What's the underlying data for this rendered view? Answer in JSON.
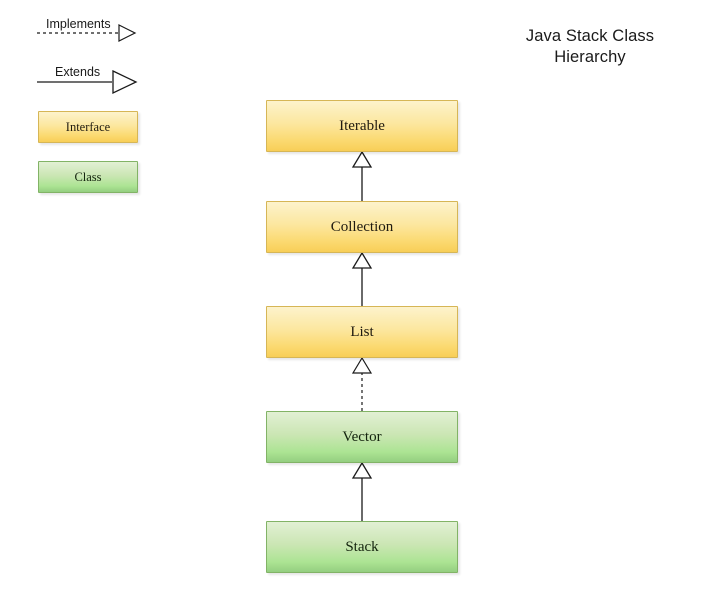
{
  "title": {
    "line1": "Java Stack Class",
    "line2": "Hierarchy"
  },
  "legend": {
    "implements_label": "Implements",
    "extends_label": "Extends",
    "interface_swatch_label": "Interface",
    "class_swatch_label": "Class"
  },
  "colors": {
    "interface_fill_top": "#fdf3cc",
    "interface_fill_bottom": "#f8ce57",
    "interface_border": "#d6b656",
    "class_fill_top": "#e2f0d4",
    "class_fill_bottom": "#94ce80",
    "class_border": "#82b366",
    "connector_stroke": "#1a1a1a",
    "arrow_fill": "#ffffff",
    "canvas_background": "#ffffff",
    "text": "#1a1a1a"
  },
  "nodes": [
    {
      "id": "iterable",
      "label": "Iterable",
      "kind": "interface"
    },
    {
      "id": "collection",
      "label": "Collection",
      "kind": "interface"
    },
    {
      "id": "list",
      "label": "List",
      "kind": "interface"
    },
    {
      "id": "vector",
      "label": "Vector",
      "kind": "class"
    },
    {
      "id": "stack",
      "label": "Stack",
      "kind": "class"
    }
  ],
  "edges": [
    {
      "from": "collection",
      "to": "iterable",
      "relation": "Extends"
    },
    {
      "from": "list",
      "to": "collection",
      "relation": "Extends"
    },
    {
      "from": "vector",
      "to": "list",
      "relation": "Implements"
    },
    {
      "from": "stack",
      "to": "vector",
      "relation": "Extends"
    }
  ]
}
